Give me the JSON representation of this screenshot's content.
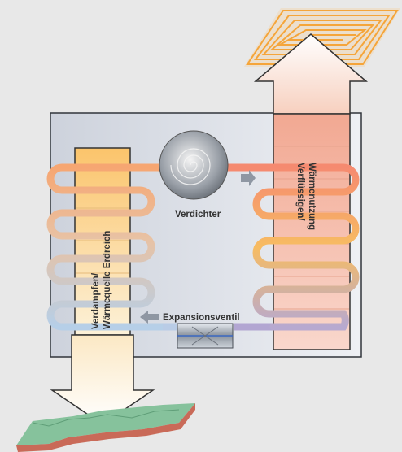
{
  "labels": {
    "compressor": "Verdichter",
    "expansion_valve": "Expansionsventil",
    "evaporator": "Verdampfen/\nWärmequelle Erdreich",
    "condenser": "Verflüssigen/\nWärmenutzung"
  },
  "icons": {
    "floor_heating": "floor-heating-coil-icon",
    "ground_source": "ground-plate-icon",
    "compressor": "compressor-icon",
    "valve": "expansion-valve-icon"
  },
  "colors": {
    "background": "#e8e8e8",
    "unit_box": "#d8dce4",
    "hot_pipe": "#f6a270",
    "cold_pipe": "#b6cce4",
    "evaporator_column": "#f8d277",
    "condenser_column": "#f4b39a",
    "ground_top": "#86c29c",
    "ground_side": "#c96a58",
    "heating_coil": "#f5a53a"
  }
}
